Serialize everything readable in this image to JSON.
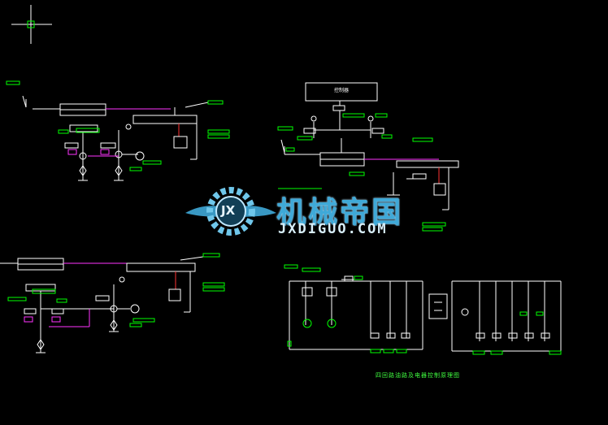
{
  "drawing": {
    "background": "#000000",
    "line_color": "#ffffff",
    "label_color": "#00ff00",
    "pipe_color": "#ff33ff",
    "signal_color": "#ff3333",
    "box_label": "控制器",
    "caption": "四回路油路及电器控制原理图"
  },
  "watermark": {
    "title": "机械帝国",
    "subtitle": "JXDIGUO.COM",
    "logo_letters": "JX",
    "color": "#3fa9d8"
  }
}
